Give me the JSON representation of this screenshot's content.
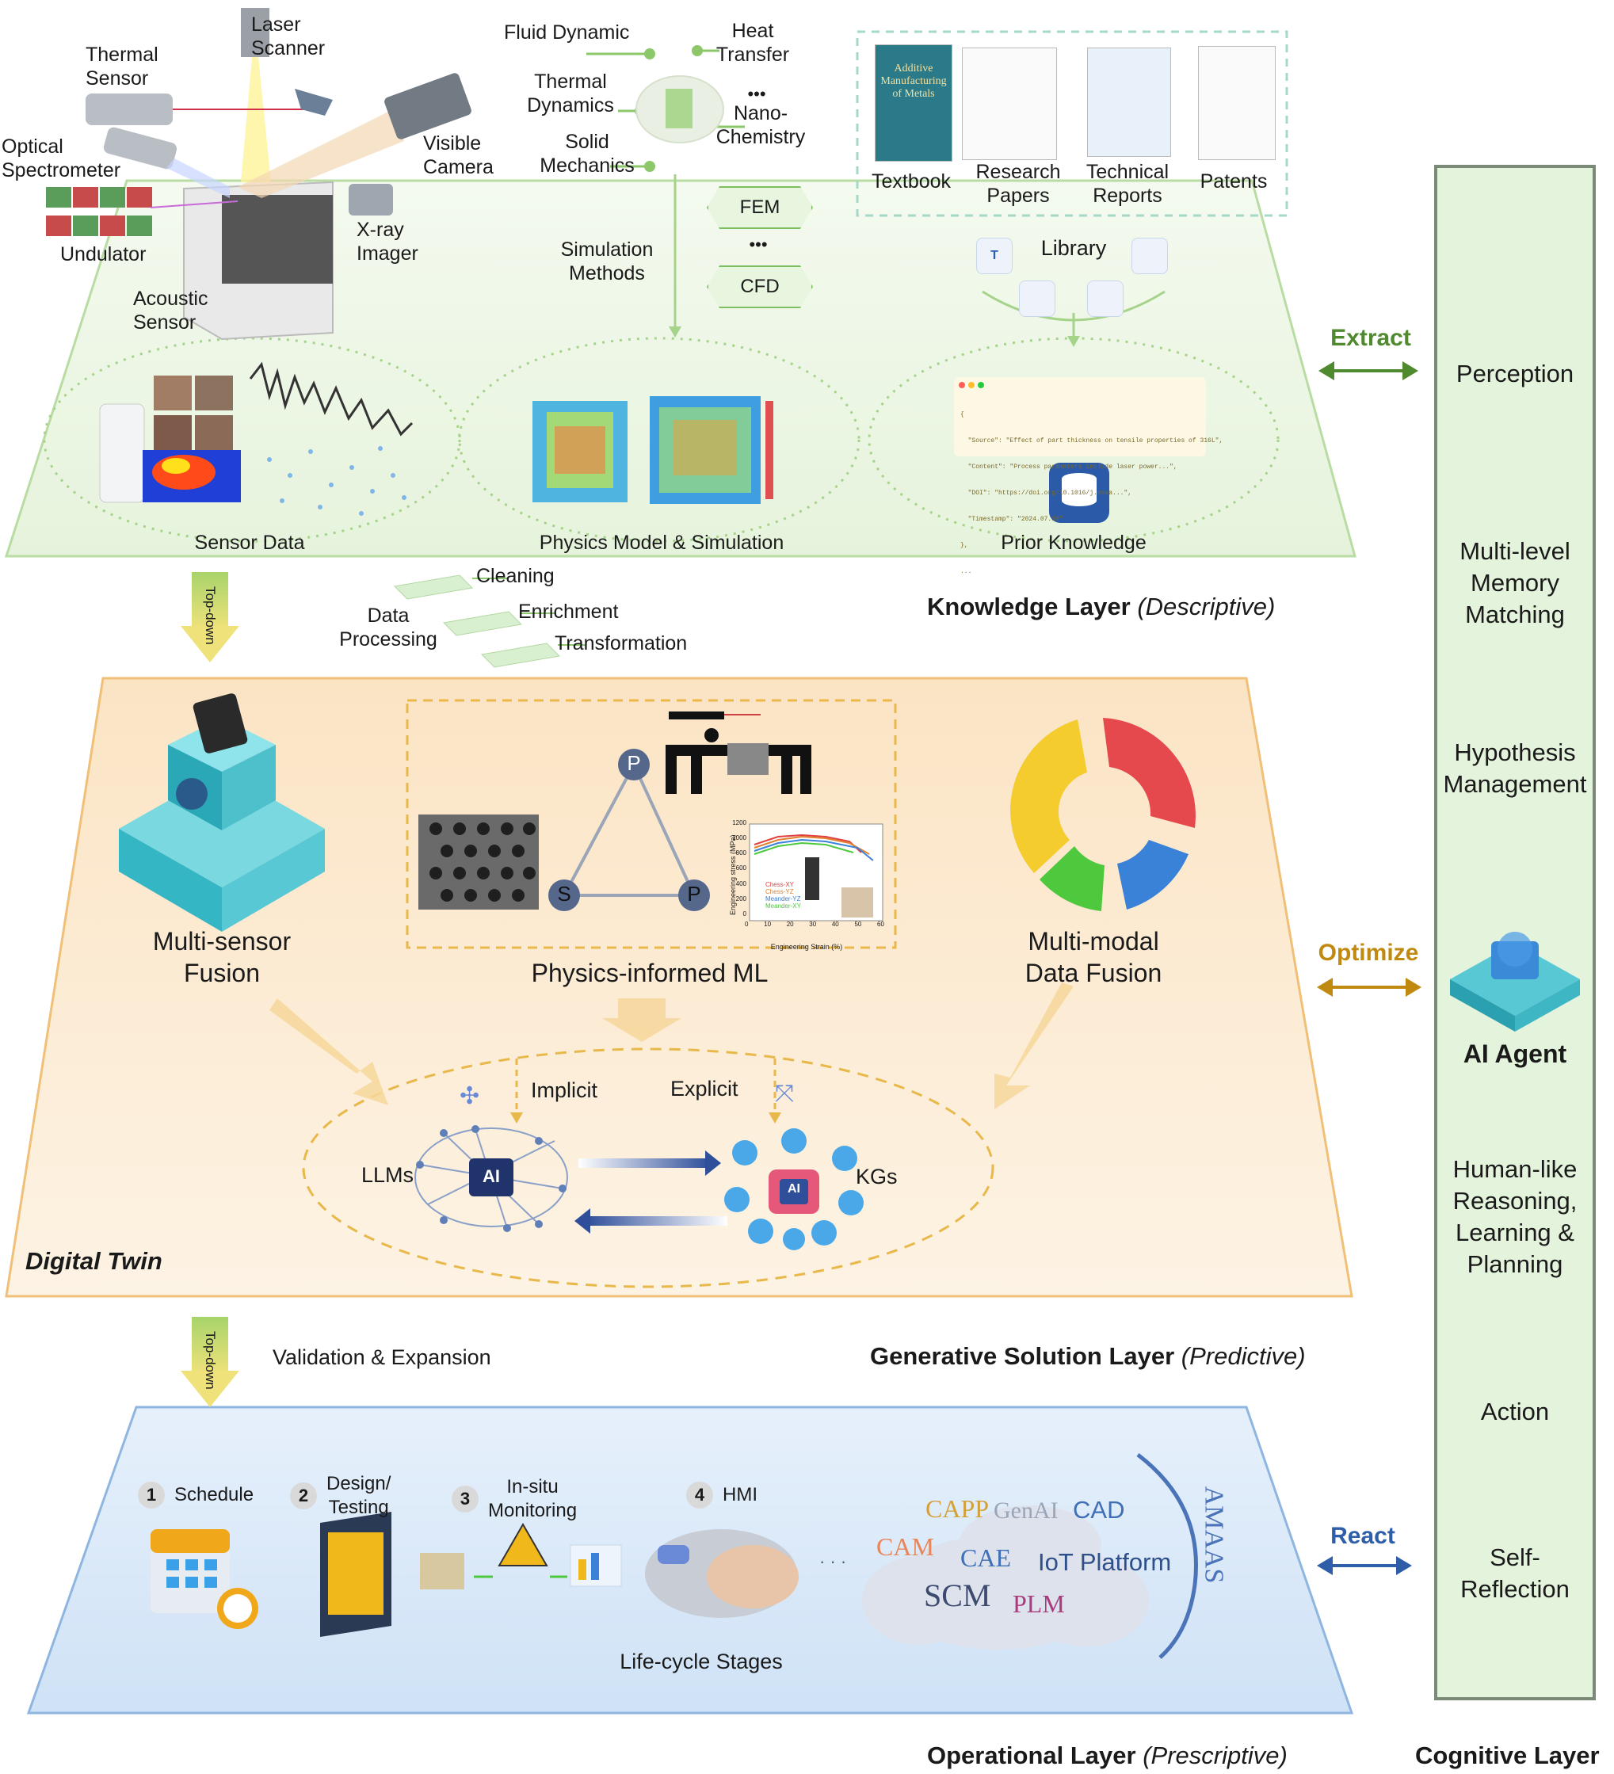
{
  "knowledge_layer": {
    "title": "Knowledge Layer",
    "subtitle": "(Descriptive)",
    "sensors": {
      "laser_scanner": "Laser\nScanner",
      "thermal_sensor": "Thermal\nSensor",
      "optical_spectrometer": "Optical\nSpectrometer",
      "visible_camera": "Visible\nCamera",
      "undulator": "Undulator",
      "xray_imager": "X-ray\nImager",
      "acoustic_sensor": "Acoustic\nSensor"
    },
    "physics": {
      "fluid_dynamic": "Fluid Dynamic",
      "heat_transfer": "Heat\nTransfer",
      "thermal_dynamics": "Thermal\nDynamics",
      "solid_mechanics": "Solid\nMechanics",
      "nano_chemistry": "Nano-\nChemistry",
      "dots": "•••",
      "simulation_methods": "Simulation\nMethods",
      "fem": "FEM",
      "cfd": "CFD"
    },
    "library": {
      "textbook": "Textbook",
      "research_papers": "Research\nPapers",
      "technical_reports": "Technical\nReports",
      "patents": "Patents",
      "library": "Library",
      "book_title": "Additive Manufacturing of Metals"
    },
    "json_snippet": {
      "lines": [
        "{",
        "  \"Source\": \"Effect of part thickness on tensile properties of 316L\",",
        "  \"Content\": \"Process parameters include laser power...\",",
        "  \"DOI\": \"https://doi.org/10.1016/j.msea...\",",
        "  \"Timestamp\": \"2024.07.30\"",
        "},",
        "..."
      ]
    },
    "bottom_labels": {
      "sensor_data": "Sensor Data",
      "physics_model": "Physics Model & Simulation",
      "prior_knowledge": "Prior Knowledge"
    }
  },
  "transition_1": {
    "top_down": "Top-down",
    "data_processing": "Data\nProcessing",
    "cleaning": "Cleaning",
    "enrichment": "Enrichment",
    "transformation": "Transformation"
  },
  "digital_twin": {
    "label": "Digital Twin",
    "multi_sensor": "Multi-sensor\nFusion",
    "physics_ml": "Physics-informed ML",
    "multi_modal": "Multi-modal\nData Fusion",
    "implicit": "Implicit",
    "explicit": "Explicit",
    "llms": "LLMs",
    "kgs": "KGs",
    "ai": "AI",
    "psp": [
      "P",
      "S",
      "P"
    ],
    "stress_chart": {
      "ylabel": "Engineering stress (MPa)",
      "xlabel": "Engineering Strain (%)",
      "legend": [
        "Chess-XY",
        "Chess-YZ",
        "Meander-YZ",
        "Meander-XY"
      ],
      "xticks": [
        "0",
        "10",
        "20",
        "30",
        "40",
        "50",
        "60"
      ],
      "yticks": [
        "0",
        "200",
        "400",
        "600",
        "800",
        "1000",
        "1200"
      ]
    }
  },
  "generative_layer": {
    "title": "Generative Solution Layer",
    "subtitle": "(Predictive)",
    "top_down": "Top-down",
    "validation": "Validation & Expansion"
  },
  "operational_layer": {
    "title": "Operational Layer",
    "subtitle": "(Prescriptive)",
    "stages": [
      {
        "num": "1",
        "label": "Schedule"
      },
      {
        "num": "2",
        "label": "Design/\nTesting"
      },
      {
        "num": "3",
        "label": "In-situ\nMonitoring"
      },
      {
        "num": "4",
        "label": "HMI"
      }
    ],
    "ellipsis": "· · ·",
    "life_cycle": "Life-cycle Stages",
    "cloud": {
      "capp": "CAPP",
      "genai": "GenAI",
      "cad": "CAD",
      "cam": "CAM",
      "cae": "CAE",
      "iot": "IoT Platform",
      "scm": "SCM",
      "plm": "PLM",
      "amaas": "AMAAS"
    },
    "cloud_colors": {
      "capp": "#d4a03a",
      "genai": "#9aa6b8",
      "cad": "#3f6fb4",
      "cam": "#e8865a",
      "cae": "#3f6fb4",
      "iot": "#2f4f8a",
      "scm": "#3c4a70",
      "plm": "#a83c7c",
      "amaas": "#4a73b8"
    }
  },
  "arrows": {
    "extract": "Extract",
    "optimize": "Optimize",
    "react": "React",
    "extract_color": "#4f8a2f",
    "optimize_color": "#c08a10",
    "react_color": "#2f5ea8"
  },
  "cognitive_layer": {
    "title": "Cognitive Layer",
    "items": {
      "perception": "Perception",
      "memory": "Multi-level\nMemory\nMatching",
      "hypothesis": "Hypothesis\nManagement",
      "agent": "AI Agent",
      "reasoning": "Human-like\nReasoning,\nLearning &\nPlanning",
      "action": "Action",
      "reflection": "Self-\nReflection"
    }
  }
}
